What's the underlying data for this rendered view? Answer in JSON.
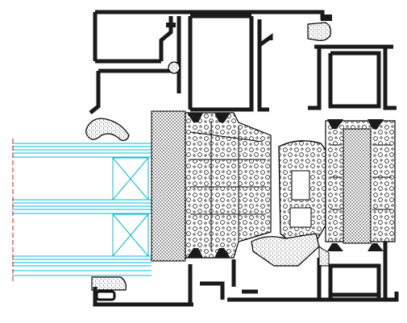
{
  "drawing": {
    "kind": "window-frame-cross-section",
    "colors": {
      "profile_fill": "#1a1a1a",
      "glass_lines": "#00bcd4",
      "seal_red": "#e53935",
      "background": "#ffffff",
      "outline": "#000000",
      "hatch_dot": "#000000"
    },
    "components": [
      "aluminium-profile",
      "thermal-break-insert",
      "insulating-foam-core",
      "double-glazing-unit",
      "glazing-gasket",
      "edge-seal"
    ]
  }
}
